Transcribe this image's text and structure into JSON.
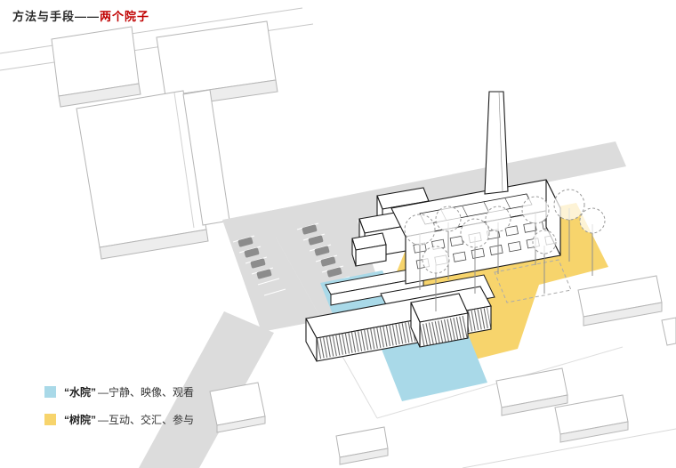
{
  "header": {
    "prefix": "方法与手段",
    "dash": "——",
    "highlight": "两个院子"
  },
  "legend": {
    "items": [
      {
        "name": "water-courtyard",
        "term": "“水院”",
        "desc": "—宁静、映像、观看"
      },
      {
        "name": "tree-courtyard",
        "term": "“树院”",
        "desc": "—互动、交汇、参与"
      }
    ]
  },
  "colors": {
    "accent_red": "#c00000",
    "water_blue": "#a9d9e8",
    "tree_yellow": "#f7d46c",
    "road_gray": "#dcdcdc",
    "context_outline": "#b6b6b6",
    "ink": "#1a1a1a"
  }
}
